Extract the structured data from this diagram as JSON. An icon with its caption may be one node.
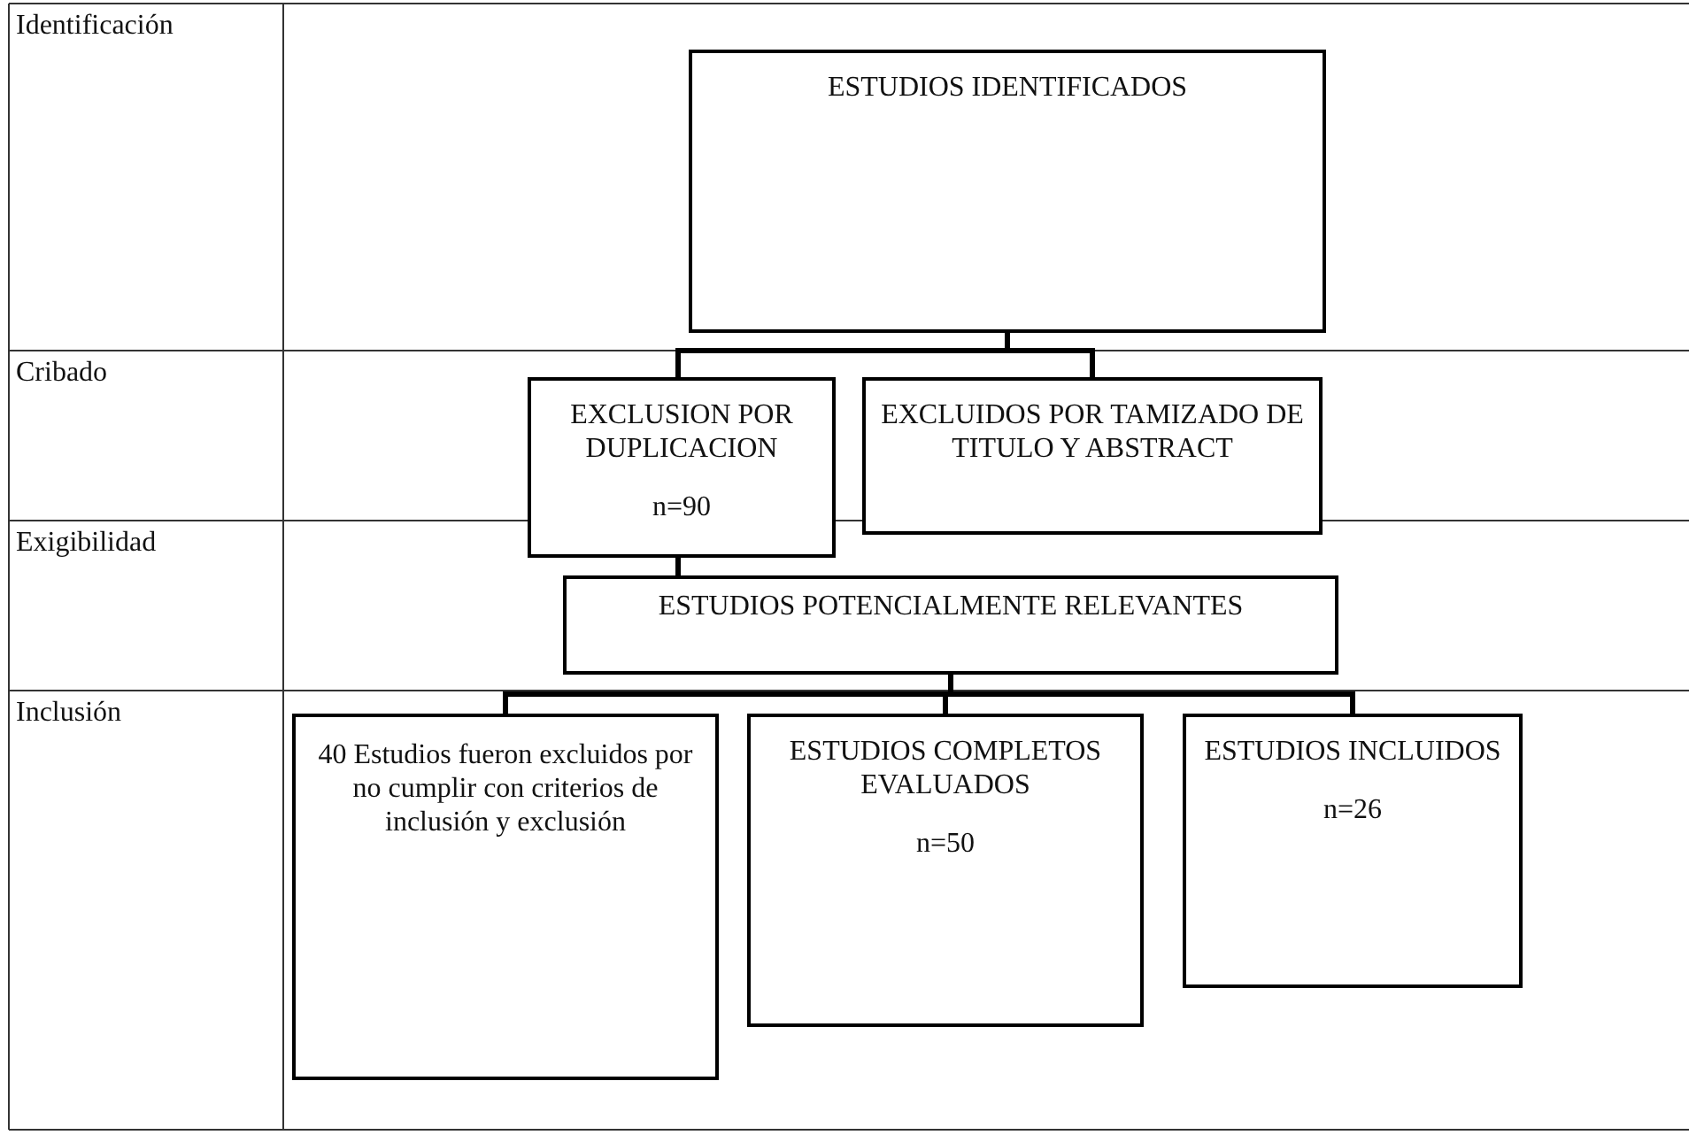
{
  "diagram": {
    "nodes": [
      {
        "text": [
          "ESTUDIOS IDENTIFICADOS"
        ]
      },
      {
        "text": [
          "EXCLUSION POR DUPLICACION",
          "n=90"
        ]
      },
      {
        "text": [
          "EXCLUIDOS POR TAMIZADO DE TITULO Y ABSTRACT"
        ]
      },
      {
        "text": [
          "ESTUDIOS POTENCIALMENTE RELEVANTES"
        ]
      },
      {
        "text": [
          "40 Estudios fueron excluidos por no cumplir con criterios de inclusión y exclusión"
        ]
      },
      {
        "text": [
          "ESTUDIOS COMPLETOS EVALUADOS",
          "n=50"
        ]
      },
      {
        "text": [
          "ESTUDIOS INCLUIDOS",
          "n=26"
        ]
      }
    ],
    "edges": [
      {
        "from": 0,
        "to": 1,
        "arrow": "none"
      },
      {
        "from": 0,
        "to": 2,
        "arrow": "none"
      },
      {
        "from": 1,
        "to": 3,
        "arrow": "none"
      },
      {
        "from": 3,
        "to": 4,
        "arrow": "none"
      },
      {
        "from": 3,
        "to": 5,
        "arrow": "none"
      },
      {
        "from": 3,
        "to": 6,
        "arrow": "none"
      }
    ],
    "labels": [
      "Identificación",
      "Cribado",
      "Exigibilidad",
      "Inclusión"
    ]
  }
}
